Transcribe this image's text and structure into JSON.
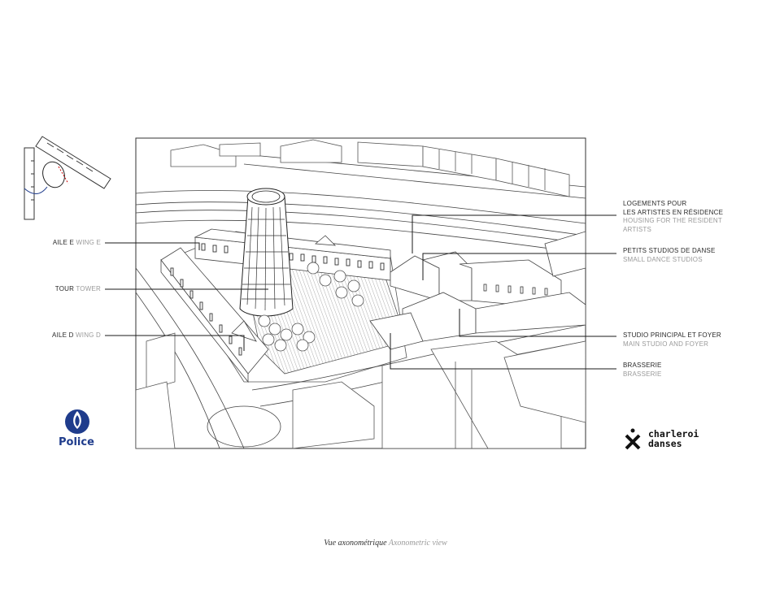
{
  "labels_left": [
    {
      "fr": "AILE E",
      "en": "WING E"
    },
    {
      "fr": "TOUR",
      "en": "TOWER"
    },
    {
      "fr": "AILE D",
      "en": "WING D"
    }
  ],
  "labels_right": [
    {
      "fr": "LOGEMENTS POUR",
      "fr2": "LES ARTISTES EN RÉSIDENCE",
      "en": "HOUSING FOR THE RESIDENT",
      "en2": "ARTISTS"
    },
    {
      "fr": "PETITS STUDIOS DE DANSE",
      "en": "SMALL DANCE STUDIOS"
    },
    {
      "fr": "STUDIO PRINCIPAL ET FOYER",
      "en": "MAIN STUDIO AND FOYER"
    },
    {
      "fr": "BRASSERIE",
      "en": "BRASSERIE"
    }
  ],
  "logos": {
    "police": "Police",
    "charleroi_line1": "charleroi",
    "charleroi_line2": "danses"
  },
  "caption": {
    "fr": "Vue axonométrique",
    "en": "Axonometric view"
  },
  "colors": {
    "police_blue": "#1f3c8c",
    "line": "#333333",
    "label_english": "#9a9a9a"
  }
}
